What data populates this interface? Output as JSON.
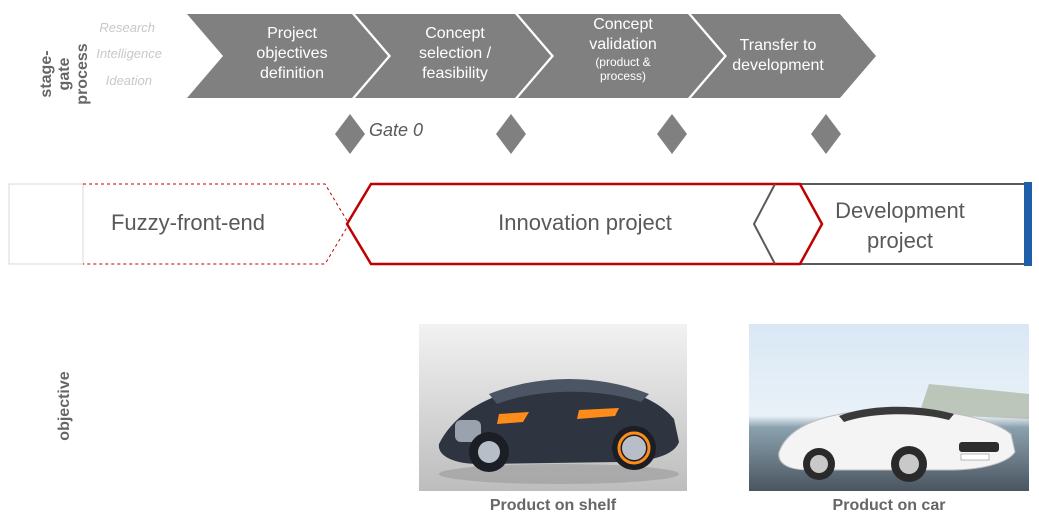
{
  "side_labels": {
    "stage_gate": "stage-gate process",
    "objective": "objective"
  },
  "pre_phases": [
    "Research",
    "Intelligence",
    "Ideation"
  ],
  "stages": [
    {
      "lines": [
        "Project",
        "objectives",
        "definition"
      ]
    },
    {
      "lines": [
        "Concept",
        "selection /",
        "feasibility"
      ]
    },
    {
      "lines": [
        "Concept",
        "validation"
      ],
      "small": [
        "(product &",
        "process)"
      ]
    },
    {
      "lines": [
        "Transfer to",
        "development"
      ]
    }
  ],
  "gate_label": "Gate 0",
  "bar": {
    "fuzzy": "Fuzzy-front-end",
    "innovation": "Innovation project",
    "development_1": "Development",
    "development_2": "project"
  },
  "captions": {
    "shelf": "Product on shelf",
    "car": "Product on car"
  },
  "colors": {
    "chevron": "#808080",
    "gate": "#808080",
    "innovation_border": "#c00000",
    "dev_accent": "#1f5fa8"
  }
}
